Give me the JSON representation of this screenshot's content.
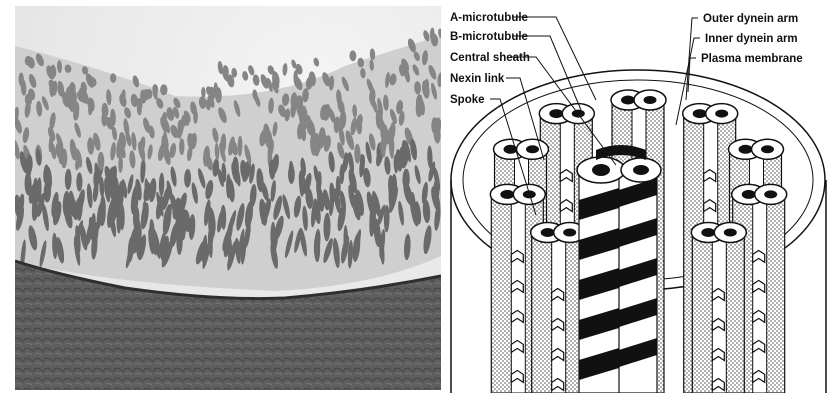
{
  "figure": {
    "left_panel": {
      "icon": "electron-micrograph-cilia-image"
    },
    "right_panel": {
      "icon": "axoneme-cutaway-diagram",
      "labels_left": [
        "A-microtubule",
        "B-microtubule",
        "Central sheath",
        "Nexin link",
        "Spoke"
      ],
      "labels_right": [
        "Outer dynein arm",
        "Inner dynein arm",
        "Plasma membrane"
      ]
    }
  }
}
